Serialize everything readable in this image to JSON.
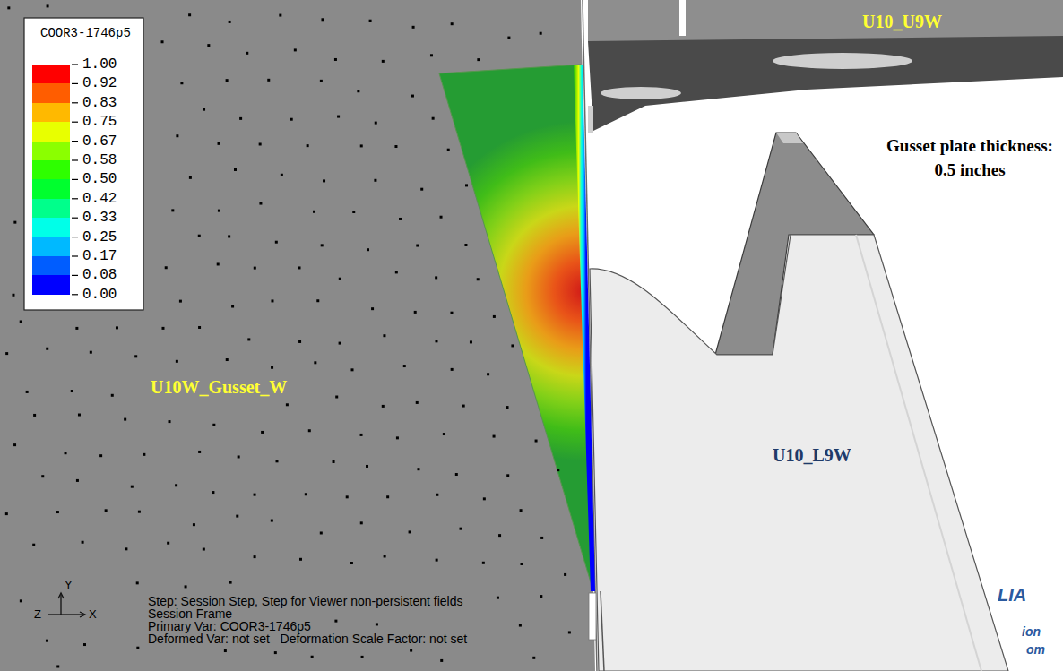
{
  "diagram": {
    "labels": [
      "COOR3-1746p5",
      "0.00",
      "U10_U9W",
      "Gusset plate thickness: 0.5 inches",
      "U10W_Gusset_W",
      "U10_L9W",
      "Y",
      "Z",
      "X",
      "Step: Session Step, Step for Viewer non-persistent fields",
      "Session Frame",
      "Primary Var: COOR3-1746p5",
      "Deformed Var: not set   Deformation Scale Factor: not set",
      "LIA",
      "ion",
      "om"
    ],
    "legend": [
      {
        "text": "1.00",
        "color": "#ff0000"
      },
      {
        "text": "0.92",
        "color": "#ff5d00"
      },
      {
        "text": "0.83",
        "color": "#ffb900"
      },
      {
        "text": "0.75",
        "color": "#e8ff00"
      },
      {
        "text": "0.67",
        "color": "#8bff00"
      },
      {
        "text": "0.58",
        "color": "#2eff00"
      },
      {
        "text": "0.50",
        "color": "#00ff2e"
      },
      {
        "text": "0.42",
        "color": "#00ff8b"
      },
      {
        "text": "0.33",
        "color": "#00ffe8"
      },
      {
        "text": "0.25",
        "color": "#00b9ff"
      },
      {
        "text": "0.17",
        "color": "#005dff"
      },
      {
        "text": "0.08",
        "color": "#0000ff"
      }
    ]
  }
}
